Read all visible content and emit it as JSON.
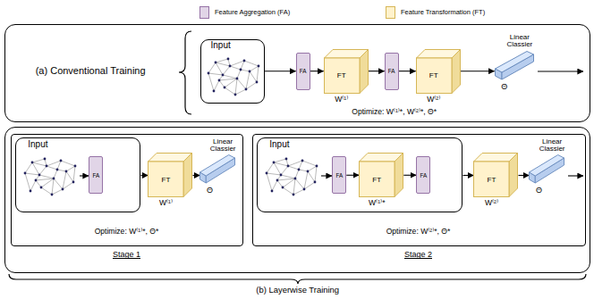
{
  "diagram": {
    "nodes": [
      {
        "text": [
          "(a) Conventional Training",
          "Optimize: W⁽¹⁾*, W⁽²⁾*, Θ*"
        ]
      },
      {
        "text": [
          "Input"
        ],
        "in": 0
      },
      {
        "text": [
          "FA"
        ],
        "in": 0
      },
      {
        "text": [
          "FT",
          "W⁽¹⁾"
        ],
        "in": 0
      },
      {
        "text": [
          "FA"
        ],
        "in": 0
      },
      {
        "text": [
          "FT",
          "W⁽²⁾"
        ],
        "in": 0
      },
      {
        "text": [
          "Linear Classier",
          "Θ"
        ],
        "in": 0
      },
      {
        "text": [
          "(b) Layerwise Training"
        ]
      },
      {
        "text": [
          "Optimize: W⁽¹⁾*, Θ*",
          "Stage 1"
        ],
        "in": 7
      },
      {
        "text": [
          "Input"
        ],
        "in": 8
      },
      {
        "text": [
          "FA"
        ],
        "in": 9
      },
      {
        "text": [
          "FT",
          "W⁽¹⁾"
        ],
        "in": 8
      },
      {
        "text": [
          "Linear Classier",
          "Θ"
        ],
        "in": 8
      },
      {
        "text": [
          "Optimize: W⁽²⁾*, Θ*",
          "Stage 2"
        ],
        "in": 7
      },
      {
        "text": [
          "Input"
        ],
        "in": 13
      },
      {
        "text": [
          "FA"
        ],
        "in": 14
      },
      {
        "text": [
          "FT",
          "W⁽¹⁾*"
        ],
        "in": 14
      },
      {
        "text": [
          "FA"
        ],
        "in": 14
      },
      {
        "text": [
          "FT",
          "W⁽²⁾"
        ],
        "in": 13
      },
      {
        "text": [
          "Linear Classier",
          "Θ"
        ],
        "in": 13
      }
    ],
    "edges": [
      {
        "from": 1,
        "to": 2,
        "arrow": "to"
      },
      {
        "from": 2,
        "to": 3,
        "arrow": "to"
      },
      {
        "from": 3,
        "to": 4,
        "arrow": "to"
      },
      {
        "from": 4,
        "to": 5,
        "arrow": "to"
      },
      {
        "from": 5,
        "to": 6,
        "arrow": "to"
      },
      {
        "from": 9,
        "to": 11,
        "arrow": "to"
      },
      {
        "from": 11,
        "to": 12,
        "arrow": "to"
      },
      {
        "from": 15,
        "to": 16,
        "arrow": "to"
      },
      {
        "from": 16,
        "to": 17,
        "arrow": "to"
      },
      {
        "from": 14,
        "to": 18,
        "arrow": "to"
      },
      {
        "from": 18,
        "to": 19,
        "arrow": "to"
      }
    ],
    "legend": [
      {
        "text": "Feature Aggregation (FA)",
        "color": "#e1d5e7"
      },
      {
        "text": "Feature Transformation (FT)",
        "color": "#fff2cc"
      }
    ]
  }
}
